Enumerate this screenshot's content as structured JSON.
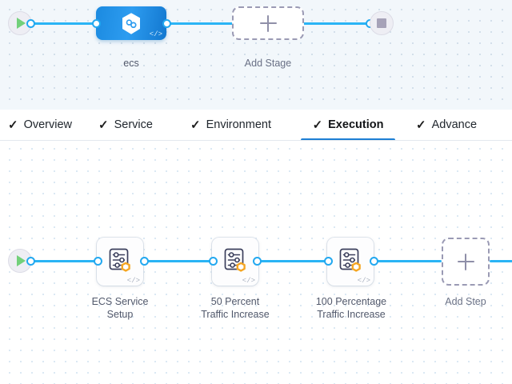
{
  "stage_graph": {
    "start_node": {
      "name": "start",
      "icon": "play-icon"
    },
    "end_node": {
      "name": "end",
      "icon": "stop-icon"
    },
    "stage": {
      "label": "ecs",
      "icon": "hexagon-link-icon",
      "code_badge": "</>",
      "color": "#2d9cf0"
    },
    "add_stage": {
      "label": "Add Stage",
      "icon": "plus-icon"
    }
  },
  "tabs": {
    "check_glyph": "✓",
    "active_index": 3,
    "active_underline_color": "#1d7fd4",
    "items": [
      {
        "label": "Overview",
        "completed": true,
        "active": false
      },
      {
        "label": "Service",
        "completed": true,
        "active": false
      },
      {
        "label": "Environment",
        "completed": true,
        "active": false
      },
      {
        "label": "Execution",
        "completed": true,
        "active": true
      },
      {
        "label": "Advance",
        "completed": true,
        "active": false
      }
    ]
  },
  "step_graph": {
    "start_node": {
      "name": "start",
      "icon": "play-icon"
    },
    "steps": [
      {
        "label": "ECS Service\nSetup",
        "icon": "settings-sliders-icon",
        "badge_icon": "hexagon-badge-icon",
        "code_badge": "</>"
      },
      {
        "label": "50 Percent\nTraffic Increase",
        "icon": "settings-sliders-icon",
        "badge_icon": "hexagon-badge-icon",
        "code_badge": "</>"
      },
      {
        "label": "100 Percentage\nTraffic Increase",
        "icon": "settings-sliders-icon",
        "badge_icon": "hexagon-badge-icon",
        "code_badge": "</>"
      }
    ],
    "add_step": {
      "label": "Add Step",
      "icon": "plus-icon"
    }
  },
  "colors": {
    "edge": "#2ab4f5",
    "port_ring": "#22a8f0",
    "stage_blue": "#2d9cf0",
    "badge_orange": "#f5a623",
    "accent_underline": "#1d7fd4",
    "canvas_top_bg": "#f2f7fb",
    "canvas_bottom_bg": "#ffffff"
  }
}
